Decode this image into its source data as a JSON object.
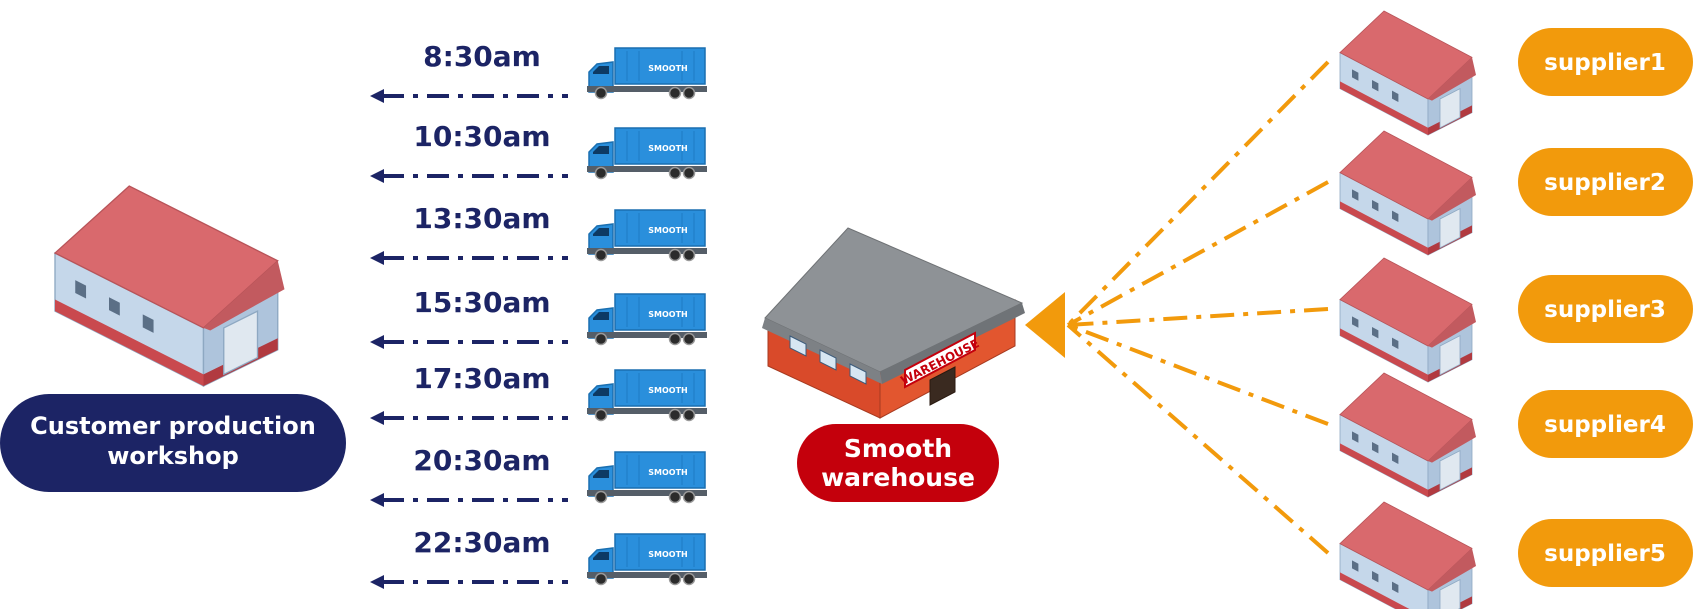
{
  "customer": {
    "label_line1": "Customer production",
    "label_line2": "workshop"
  },
  "warehouse": {
    "label_line1": "Smooth",
    "label_line2": "warehouse",
    "sign_text": "WAREHOUSE"
  },
  "truck_brand": "SMOOTH",
  "departures": [
    {
      "time": "8:30am"
    },
    {
      "time": "10:30am"
    },
    {
      "time": "13:30am"
    },
    {
      "time": "15:30am"
    },
    {
      "time": "17:30am"
    },
    {
      "time": "20:30am"
    },
    {
      "time": "22:30am"
    }
  ],
  "suppliers": [
    {
      "label": "supplier1"
    },
    {
      "label": "supplier2"
    },
    {
      "label": "supplier3"
    },
    {
      "label": "supplier4"
    },
    {
      "label": "supplier5"
    }
  ],
  "colors": {
    "navy": "#1c2465",
    "orange": "#f29a0c",
    "red": "#c4000c",
    "truck_blue": "#2a8fdc",
    "roof_red": "#d9696d",
    "wall_blue": "#c5d7ea"
  },
  "icons": [
    "warehouse-building-icon",
    "truck-icon",
    "arrow-left-icon",
    "arrow-head-icon"
  ]
}
